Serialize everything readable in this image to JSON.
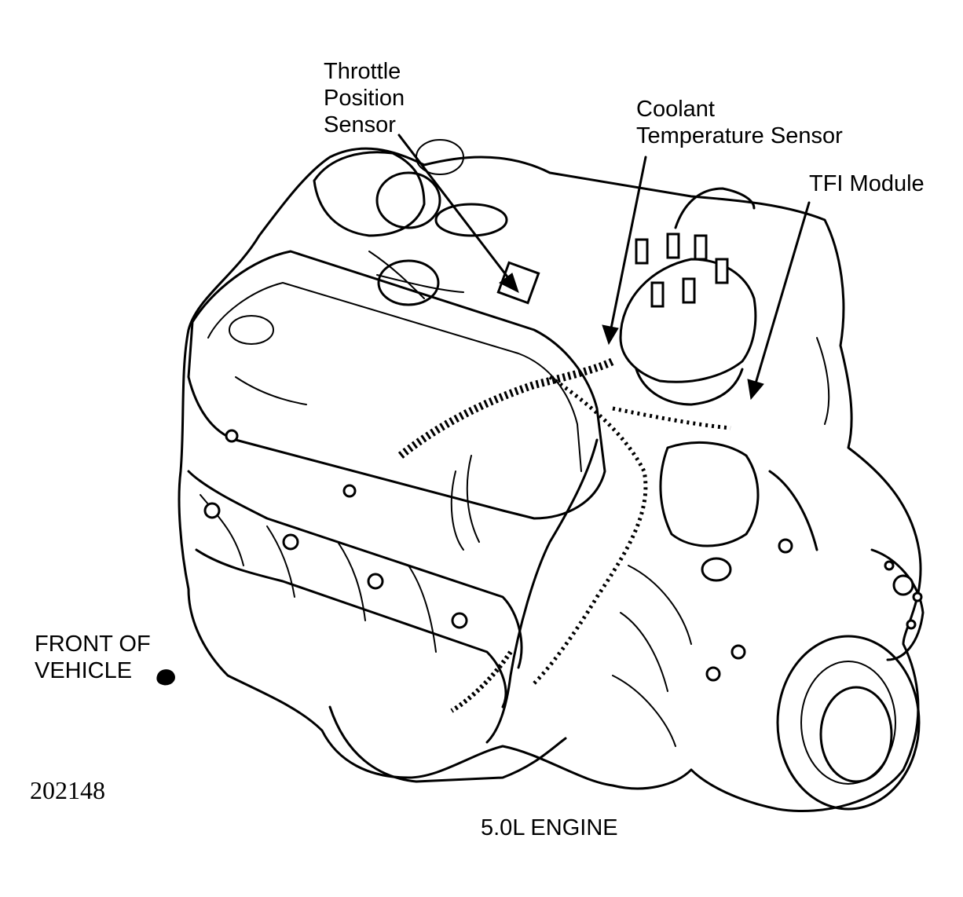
{
  "labels": {
    "throttle": [
      "Throttle",
      "Position",
      "Sensor"
    ],
    "coolant": [
      "Coolant",
      "Temperature Sensor"
    ],
    "tfi": "TFI Module",
    "front": [
      "FRONT OF",
      "VEHICLE"
    ],
    "figure_number": "202148",
    "engine": "5.0L ENGINE"
  },
  "colors": {
    "ink": "#000000",
    "paper": "#ffffff"
  }
}
